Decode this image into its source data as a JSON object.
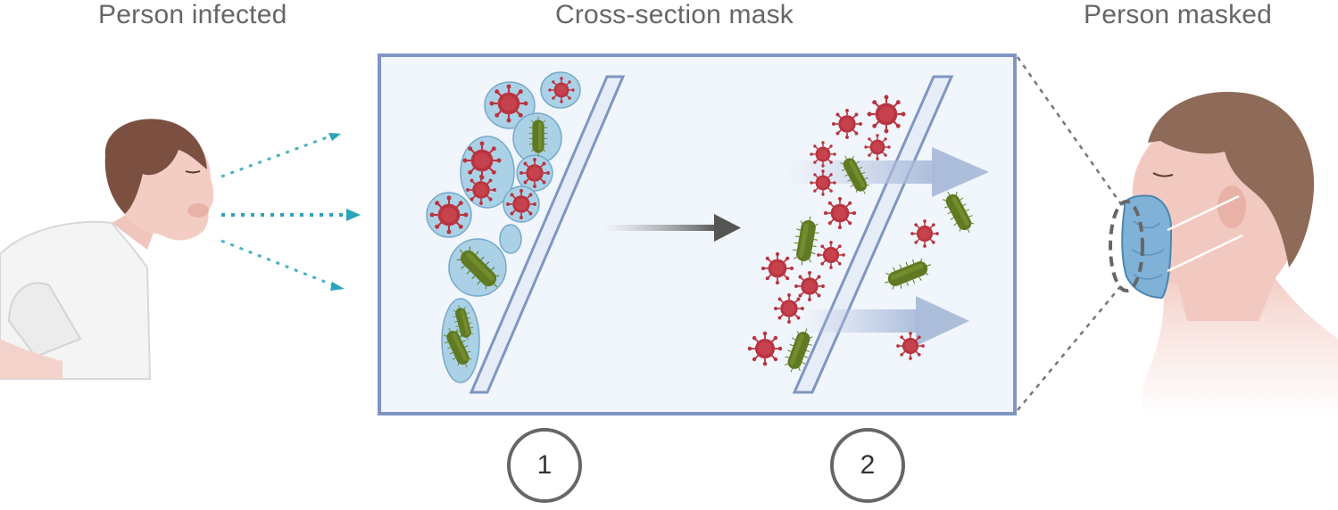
{
  "titles": {
    "left": "Person infected",
    "middle": "Cross-section mask",
    "right": "Person masked"
  },
  "steps": {
    "one": "1",
    "two": "2"
  },
  "colors": {
    "frame": "#8096c2",
    "frame_fill": "#f1f5fc",
    "virus": "#b8343f",
    "bacteria": "#5f7a22",
    "droplet": "#a8d0e6",
    "mask": "#7fb2d6",
    "arrow_dots": "#2aa5b8"
  }
}
